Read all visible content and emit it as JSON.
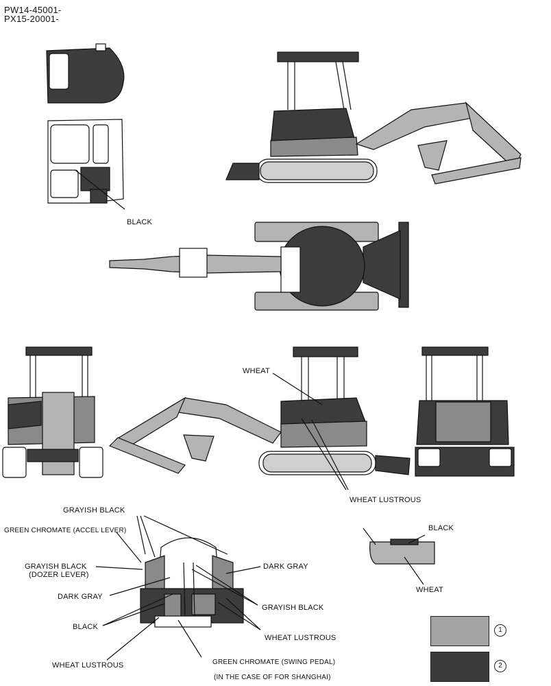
{
  "header": {
    "line1": "PW14-45001-",
    "line2": "PX15-20001-"
  },
  "labels": {
    "black_cab": "BLACK",
    "wheat": "WHEAT",
    "wheat_lustrous": "WHEAT LUSTROUS",
    "grayish_black_top": "GRAYISH BLACK",
    "green_chromate_accel": "GREEN CHROMATE  (ACCEL LEVER)",
    "grayish_black_dozer_1": "GRAYISH BLACK",
    "grayish_black_dozer_2": "(DOZER LEVER)",
    "dark_gray_left": "DARK GRAY",
    "black_left": "BLACK",
    "wheat_lustrous_bottom": "WHEAT LUSTROUS",
    "dark_gray_right": "DARK GRAY",
    "grayish_black_right": "GRAYISH BLACK",
    "wheat_lustrous_right": "WHEAT LUSTROUS",
    "green_chromate_swing_1": "GREEN CHROMATE  (SWING PEDAL)",
    "green_chromate_swing_2": "(IN THE CASE OF FOR SHANGHAI)",
    "panel_black": "BLACK",
    "panel_wheat": "WHEAT"
  },
  "legend": [
    {
      "number": "1",
      "color": "#a4a4a4"
    },
    {
      "number": "2",
      "color": "#3a3a3a"
    }
  ],
  "colors": {
    "light": "#b4b4b4",
    "dark": "#3c3c3c",
    "mid": "#8a8a8a",
    "line": "#111111"
  }
}
